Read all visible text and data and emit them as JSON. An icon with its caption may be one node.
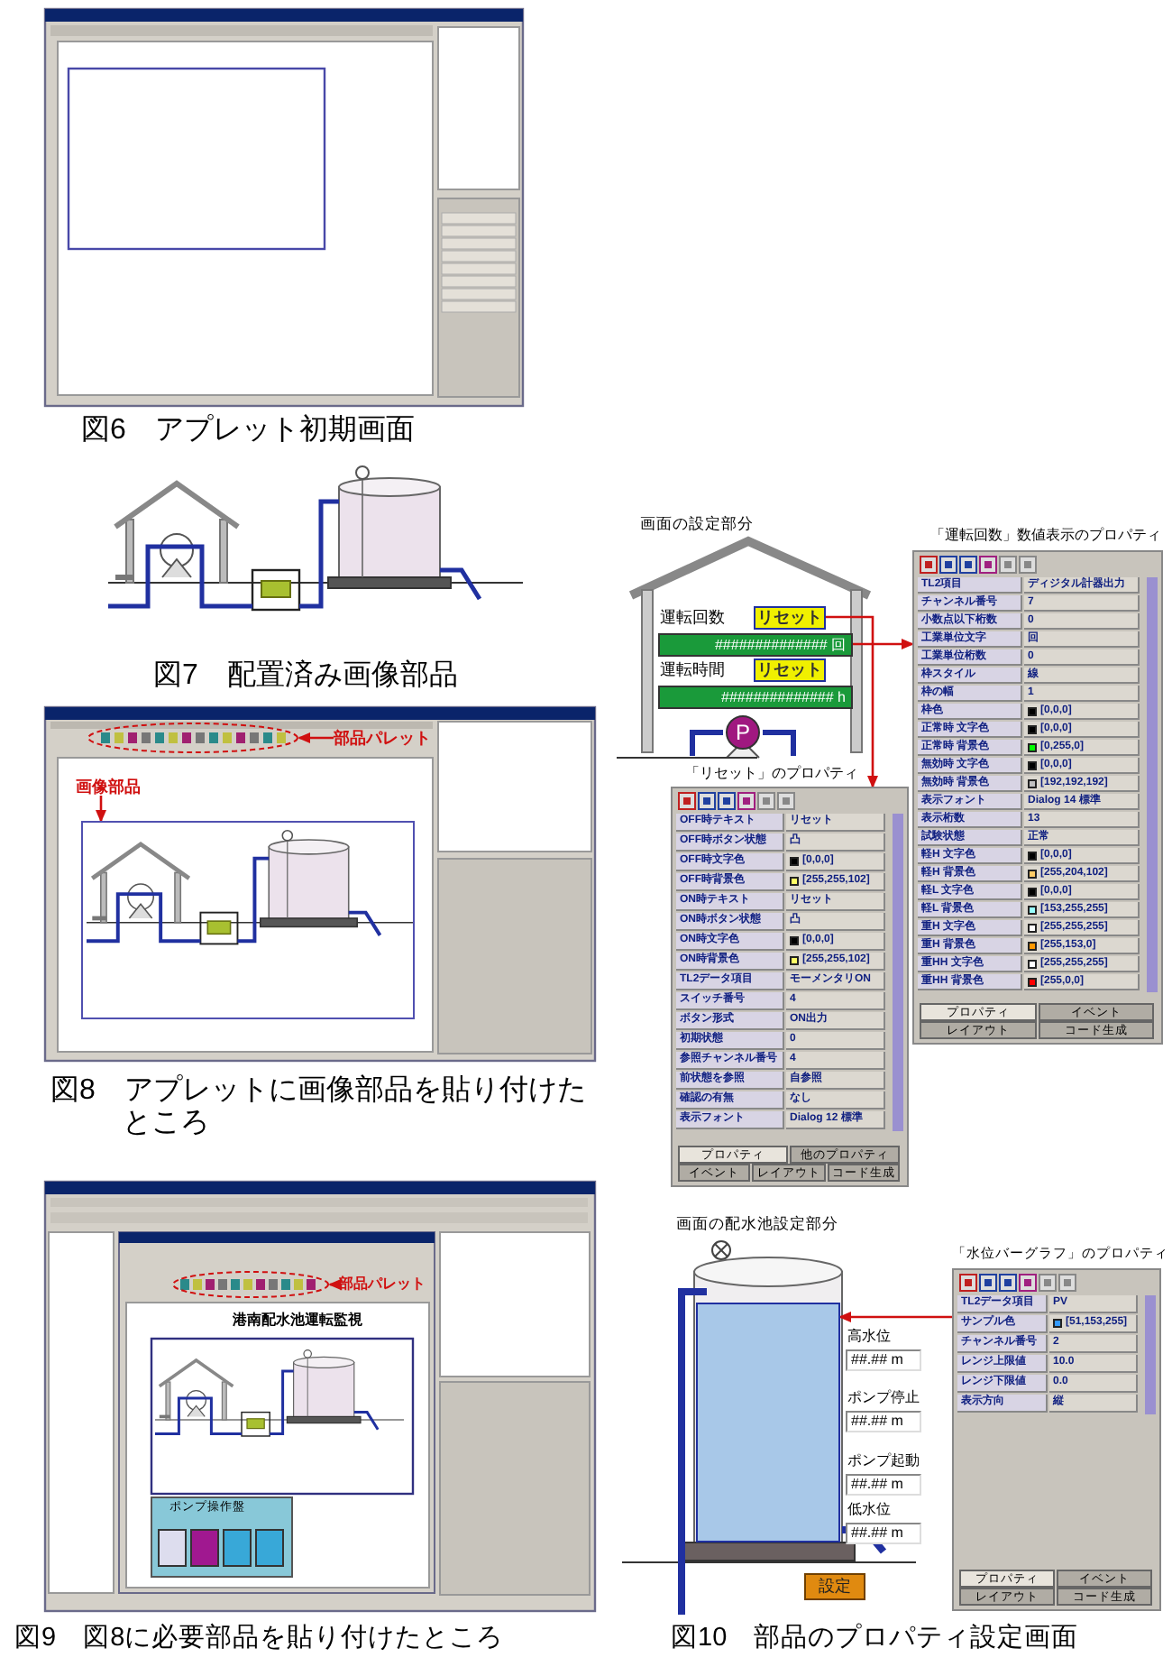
{
  "diagram": {
    "nodes": [
      {
        "text": [
          "部品パレット"
        ]
      },
      {
        "text": [],
        "shape": "ellipse"
      },
      {
        "text": [
          "画像部品"
        ]
      },
      {
        "text": [],
        "shape": "box"
      },
      {
        "text": [
          "部品パレット"
        ]
      },
      {
        "text": [],
        "shape": "ellipse"
      },
      {
        "text": [
          "リセット"
        ]
      },
      {
        "text": [
          "############## 回"
        ]
      },
      {
        "text": [
          "リセット"
        ]
      },
      {
        "text": [
          "############## h"
        ]
      },
      {
        "text": [
          "P"
        ]
      },
      {
        "text": [
          "「運転回数」数値表示のプロパティ",
          "TL2項目",
          "ディジタル計器出力",
          "チャンネル番号",
          "7",
          "小数点以下桁数",
          "0",
          "工業単位文字",
          "回",
          "工業単位桁数",
          "0",
          "枠スタイル",
          "線",
          "枠の幅",
          "1",
          "枠色",
          "[0,0,0]",
          "正常時 文字色",
          "[0,0,0]",
          "正常時 背景色",
          "[0,255,0]",
          "無効時 文字色",
          "[0,0,0]",
          "無効時 背景色",
          "[192,192,192]",
          "表示フォント",
          "Dialog 14 標準",
          "表示桁数",
          "13",
          "試験状態",
          "正常",
          "軽H 文字色",
          "[0,0,0]",
          "軽H 背景色",
          "[255,204,102]",
          "軽L 文字色",
          "[0,0,0]",
          "軽L 背景色",
          "[153,255,255]",
          "重H 文字色",
          "[255,255,255]",
          "重H 背景色",
          "[255,153,0]",
          "重HH 文字色",
          "[255,255,255]",
          "重HH 背景色",
          "[255,0,0]",
          "プロパティ",
          "イベント",
          "レイアウト",
          "コード生成"
        ]
      },
      {
        "text": [
          "「リセット」のプロパティ",
          "OFF時テキスト",
          "リセット",
          "OFF時ボタン状態",
          "凸",
          "OFF時文字色",
          "[0,0,0]",
          "OFF時背景色",
          "[255,255,102]",
          "ON時テキスト",
          "リセット",
          "ON時ボタン状態",
          "凸",
          "ON時文字色",
          "[0,0,0]",
          "ON時背景色",
          "[255,255,102]",
          "TL2データ項目",
          "モーメンタリON",
          "スイッチ番号",
          "4",
          "ボタン形式",
          "ON出力",
          "初期状態",
          "0",
          "参照チャンネル番号",
          "4",
          "前状態を参照",
          "自参照",
          "確認の有無",
          "なし",
          "表示フォント",
          "Dialog 12 標準",
          "プロパティ",
          "他のプロパティ",
          "イベント",
          "レイアウト",
          "コード生成"
        ]
      },
      {
        "text": [],
        "shape": "bar"
      },
      {
        "text": [
          "##.## m"
        ]
      },
      {
        "text": [
          "##.## m"
        ]
      },
      {
        "text": [
          "##.## m"
        ]
      },
      {
        "text": [
          "##.## m"
        ]
      },
      {
        "text": [
          "設定"
        ]
      },
      {
        "text": [
          "「水位バーグラフ」のプロパティ",
          "TL2データ項目",
          "PV",
          "サンプル色",
          "[51,153,255]",
          "チャンネル番号",
          "2",
          "レンジ上限値",
          "10.0",
          "レンジ下限値",
          "0.0",
          "表示方向",
          "縦",
          "プロパティ",
          "イベント",
          "レイアウト",
          "コード生成"
        ]
      }
    ],
    "edges": [
      {
        "from": 6,
        "to": 12,
        "arrow": "to"
      },
      {
        "from": 7,
        "to": 11,
        "arrow": "to"
      },
      {
        "from": 19,
        "to": 13,
        "arrow": "to"
      },
      {
        "from": 0,
        "to": 1,
        "arrow": "to"
      },
      {
        "from": 2,
        "to": 3,
        "arrow": "to"
      },
      {
        "from": 4,
        "to": 5,
        "arrow": "to"
      }
    ],
    "labels": [
      "図6　アプレット初期画面",
      "図7　配置済み画像部品",
      "画面の設定部分",
      "運転回数",
      "運転時間",
      "図8　アプレットに画像部品を貼り付けたところ",
      "港南配水池運転監視",
      "ポンプ操作盤",
      "画面の配水池設定部分",
      "高水位",
      "ポンプ停止",
      "ポンプ起動",
      "低水位",
      "図9　図8に必要部品を貼り付けたところ",
      "図10　部品のプロパティ設定画面"
    ]
  }
}
